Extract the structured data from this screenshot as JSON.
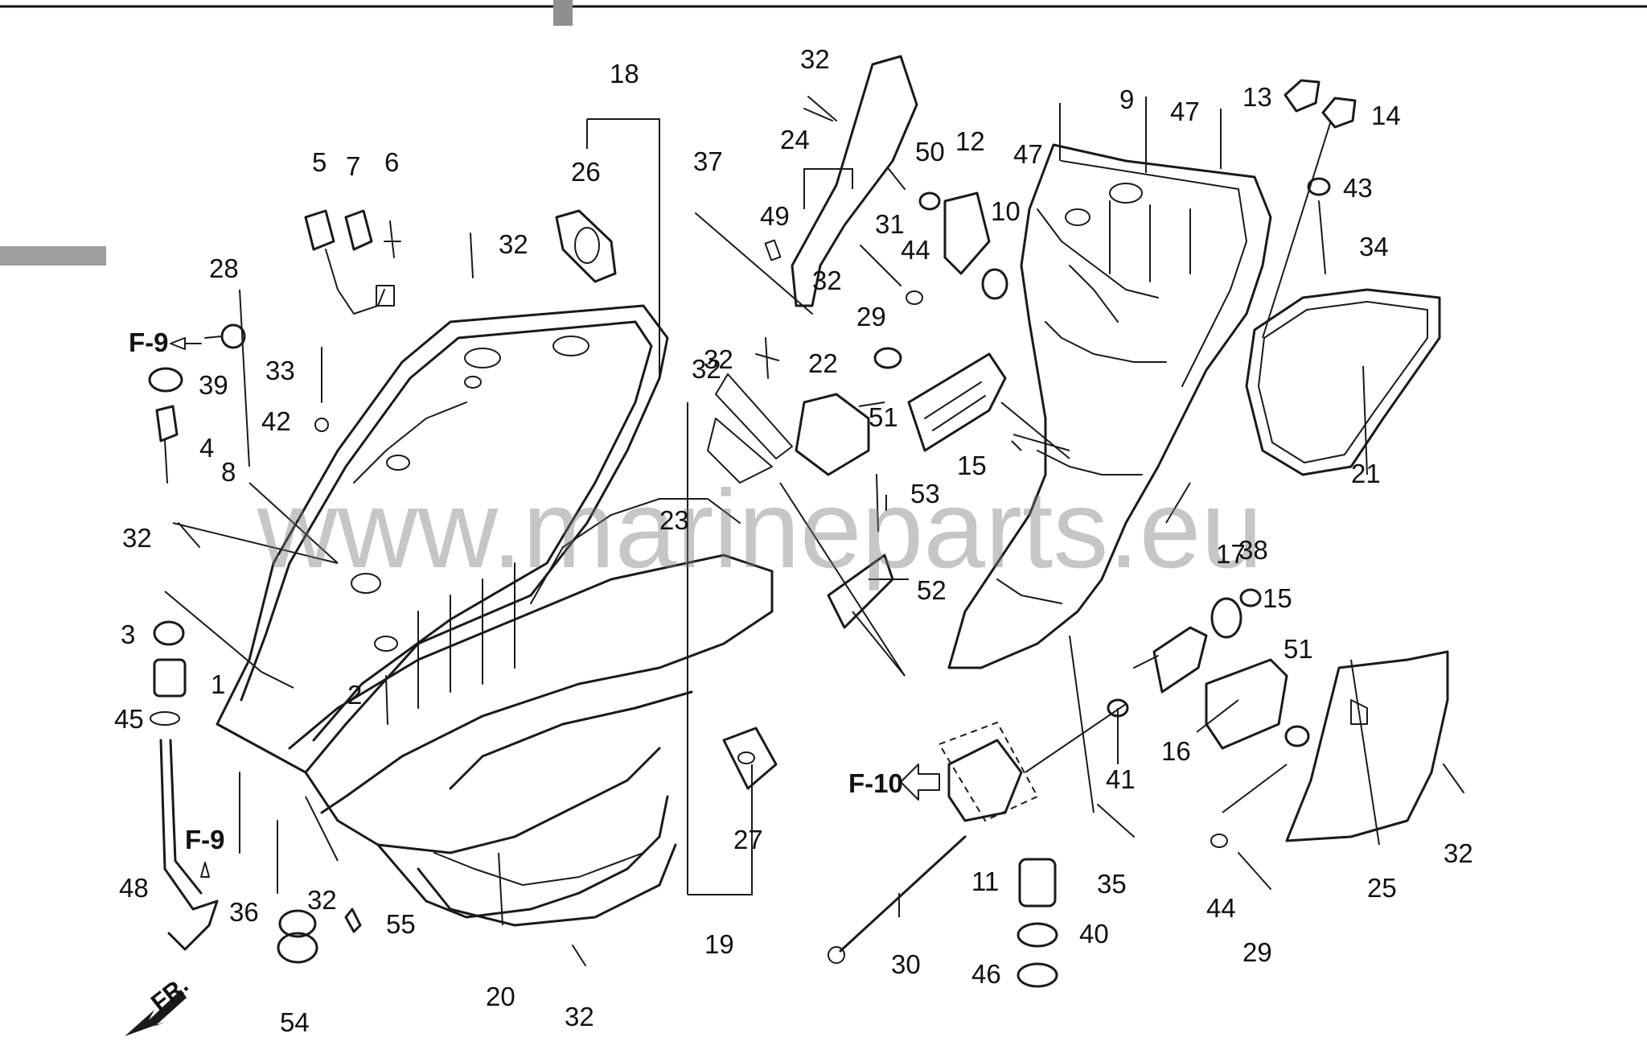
{
  "watermark": "www.marineparts.eu",
  "direction_marker": "FR.",
  "reference_labels": [
    "F-9",
    "F-9",
    "F-10"
  ],
  "part_labels": [
    "1",
    "2",
    "3",
    "4",
    "5",
    "6",
    "7",
    "8",
    "9",
    "10",
    "11",
    "12",
    "13",
    "14",
    "15",
    "15",
    "16",
    "17",
    "18",
    "19",
    "20",
    "21",
    "22",
    "23",
    "24",
    "25",
    "26",
    "27",
    "28",
    "29",
    "29",
    "30",
    "31",
    "32",
    "32",
    "32",
    "32",
    "32",
    "32",
    "32",
    "32",
    "32",
    "33",
    "34",
    "35",
    "36",
    "37",
    "38",
    "39",
    "40",
    "41",
    "42",
    "43",
    "44",
    "44",
    "45",
    "46",
    "47",
    "47",
    "48",
    "49",
    "50",
    "51",
    "51",
    "52",
    "53",
    "54",
    "55"
  ],
  "colors": {
    "line": "#1a1a1a",
    "watermark": "#787878",
    "header_bar": "#9e9e9e"
  }
}
